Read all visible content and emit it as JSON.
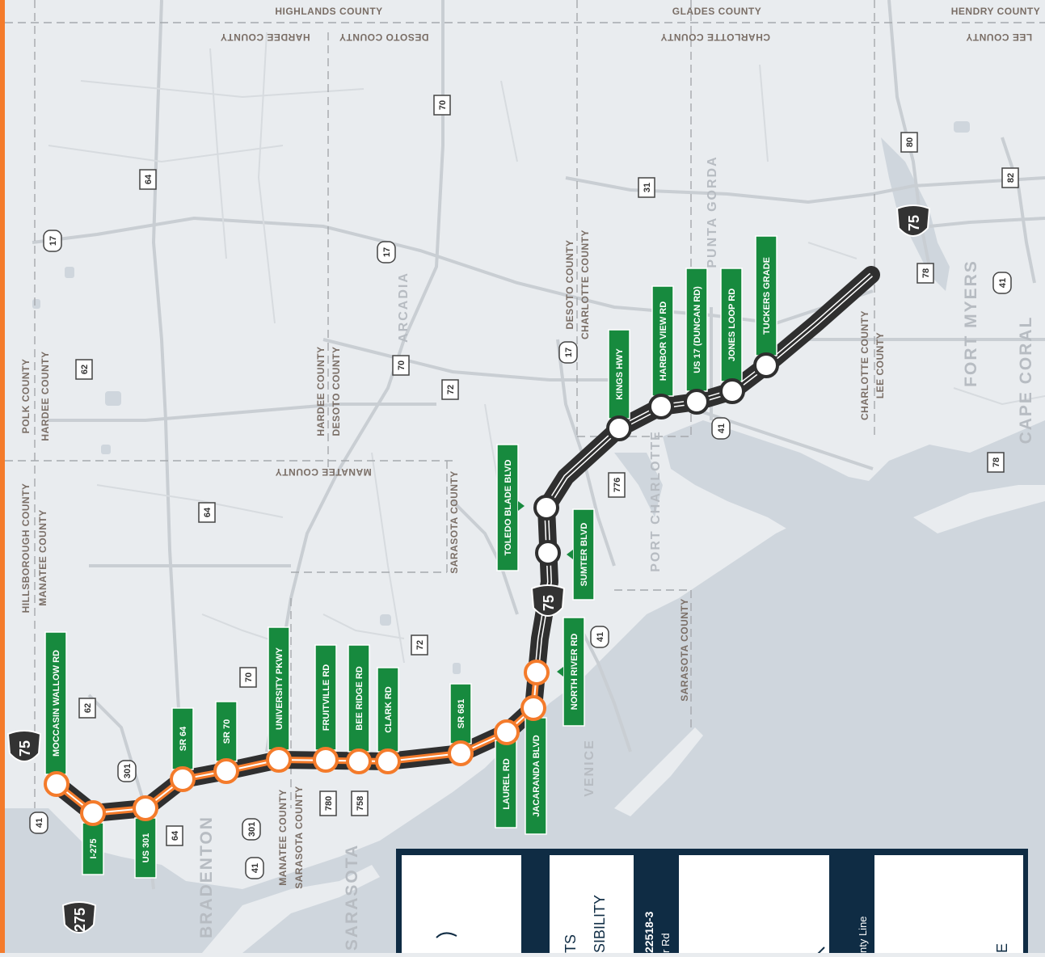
{
  "colors": {
    "accent_orange": "#f47b2b",
    "sign_green": "#178a3e",
    "corridor_dark": "#333333",
    "water": "#cfd6dd",
    "land": "#e9ecef",
    "panel_navy": "#0f2c44"
  },
  "counties": {
    "top": [
      "HIGHLANDS COUNTY",
      "HARDEE COUNTY",
      "DESOTO COUNTY",
      "GLADES COUNTY",
      "CHARLOTTE COUNTY",
      "HENDRY COUNTY",
      "LEE COUNTY"
    ],
    "polk": "POLK COUNTY",
    "hardee_w": "HARDEE COUNTY",
    "hardee_c": "HARDEE COUNTY",
    "desoto_c": "DESOTO COUNTY",
    "desoto_e": "DESOTO COUNTY",
    "charlotte_e": "CHARLOTTE COUNTY",
    "manatee_top": "MANATEE COUNTY",
    "hillsborough": "HILLSBOROUGH COUNTY",
    "manatee_w": "MANATEE COUNTY",
    "sarasota_v": "SARASOTA COUNTY",
    "sarasota_s": "SARASOTA COUNTY",
    "manatee_s": "MANATEE COUNTY",
    "sarasota_s2": "SARASOTA COUNTY",
    "charlotte_se": "CHARLOTTE COUNTY",
    "lee_se": "LEE COUNTY"
  },
  "cities": {
    "bradenton": "BRADENTON",
    "sarasota": "SARASOTA",
    "venice": "VENICE",
    "port_charlotte": "PORT CHARLOTTE",
    "punta_gorda": "PUNTA GORDA",
    "arcadia": "ARCADIA",
    "fort_myers": "FORT MYERS",
    "cape_coral": "CAPE CORAL"
  },
  "shields": [
    "70",
    "64",
    "17",
    "17",
    "62",
    "70",
    "72",
    "17",
    "31",
    "80",
    "82",
    "78",
    "41",
    "41",
    "776",
    "64",
    "72",
    "41",
    "78",
    "62",
    "301",
    "70",
    "64",
    "301",
    "780",
    "758",
    "41",
    "41",
    "75",
    "75",
    "75",
    "275"
  ],
  "interchanges": [
    "MOCCASIN WALLOW RD",
    "I-275",
    "US 301",
    "SR 64",
    "SR 70",
    "UNIVERSITY PKWY",
    "FRUITVILLE RD",
    "BEE RIDGE RD",
    "CLARK RD",
    "SR 681",
    "LAUREL RD",
    "JACARANDA BLVD",
    "NORTH RIVER RD",
    "SUMTER BLVD",
    "TOLEDO BLADE BLVD",
    "KINGS HWY",
    "HARBOR VIEW RD",
    "US 17 (DUNCAN RD)",
    "JONES LOOP RD",
    "TUCKERS GRADE"
  ],
  "panel": {
    "col2_line1": "TS",
    "col2_line2": "SIBILITY",
    "col3_line1": "22518-3",
    "col3_line2": "r Rd",
    "col5_text": "nty Line",
    "col6_text": "E"
  }
}
